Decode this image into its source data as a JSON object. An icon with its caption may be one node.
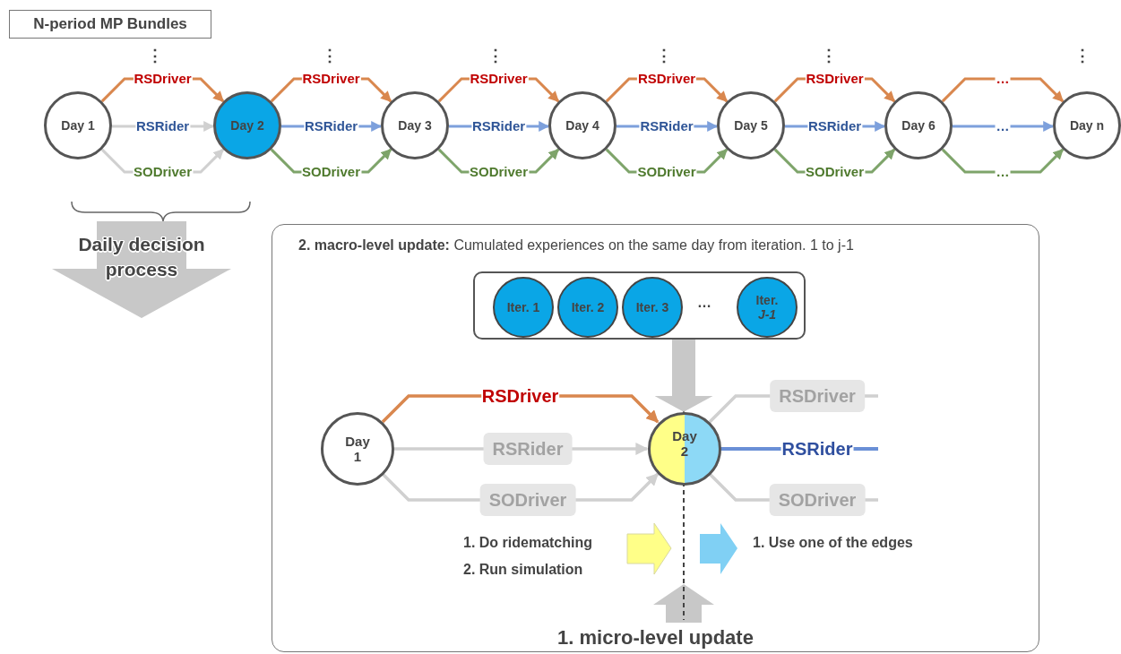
{
  "diagram": {
    "title": "N-period MP Bundles",
    "nodes": [
      {
        "text": [
          "Day 1"
        ]
      },
      {
        "text": [
          "Day 2"
        ]
      },
      {
        "text": [
          "Day 3"
        ]
      },
      {
        "text": [
          "Day 4"
        ]
      },
      {
        "text": [
          "Day 5"
        ]
      },
      {
        "text": [
          "Day 6"
        ]
      },
      {
        "text": [
          "Day n"
        ]
      },
      {
        "text": [
          "Daily decision process"
        ]
      },
      {
        "text": [
          "**2. macro-level update:** Cumulated experiences on the same day from iteration. 1 to j-1",
          "1. micro-level update"
        ]
      },
      {
        "text": [],
        "shape": "box",
        "in": 8
      },
      {
        "text": [
          "Iter. 1"
        ],
        "in": 9
      },
      {
        "text": [
          "Iter. 2"
        ],
        "in": 9
      },
      {
        "text": [
          "Iter. 3"
        ],
        "in": 9
      },
      {
        "text": [
          "Iter. *J-1*"
        ],
        "in": 9
      },
      {
        "text": [
          "Day 1"
        ],
        "in": 8
      },
      {
        "text": [
          "Day 2"
        ],
        "in": 8
      }
    ],
    "edges": [
      {
        "from": 0,
        "to": 1,
        "arrow": "to",
        "label": "RSDriver",
        "color": "#d9874e"
      },
      {
        "from": 0,
        "to": 1,
        "arrow": "to",
        "label": "RSRider",
        "color": "#d0d0d0"
      },
      {
        "from": 0,
        "to": 1,
        "arrow": "to",
        "label": "SODriver",
        "color": "#d0d0d0"
      },
      {
        "from": 1,
        "to": 2,
        "arrow": "to",
        "label": "RSDriver",
        "color": "#d9874e"
      },
      {
        "from": 1,
        "to": 2,
        "arrow": "to",
        "label": "RSRider",
        "color": "#7da0dc"
      },
      {
        "from": 1,
        "to": 2,
        "arrow": "to",
        "label": "SODriver",
        "color": "#7ea46a"
      },
      {
        "from": 2,
        "to": 3,
        "arrow": "to",
        "label": "RSDriver",
        "color": "#d9874e"
      },
      {
        "from": 2,
        "to": 3,
        "arrow": "to",
        "label": "RSRider",
        "color": "#7da0dc"
      },
      {
        "from": 2,
        "to": 3,
        "arrow": "to",
        "label": "SODriver",
        "color": "#7ea46a"
      },
      {
        "from": 3,
        "to": 4,
        "arrow": "to",
        "label": "RSDriver",
        "color": "#d9874e"
      },
      {
        "from": 3,
        "to": 4,
        "arrow": "to",
        "label": "RSRider",
        "color": "#7da0dc"
      },
      {
        "from": 3,
        "to": 4,
        "arrow": "to",
        "label": "SODriver",
        "color": "#7ea46a"
      },
      {
        "from": 4,
        "to": 5,
        "arrow": "to",
        "label": "RSDriver",
        "color": "#d9874e"
      },
      {
        "from": 4,
        "to": 5,
        "arrow": "to",
        "label": "RSRider",
        "color": "#7da0dc"
      },
      {
        "from": 4,
        "to": 5,
        "arrow": "to",
        "label": "SODriver",
        "color": "#7ea46a"
      },
      {
        "from": 5,
        "to": 6,
        "arrow": "to",
        "label": "…",
        "color": "#d9874e"
      },
      {
        "from": 5,
        "to": 6,
        "arrow": "to",
        "label": "…",
        "color": "#7da0dc"
      },
      {
        "from": 5,
        "to": 6,
        "arrow": "to",
        "label": "…",
        "color": "#7ea46a"
      },
      {
        "from": 14,
        "to": 15,
        "arrow": "to",
        "label": "RSDriver",
        "color": "#d9874e"
      },
      {
        "from": 14,
        "to": 15,
        "arrow": "to",
        "label": "RSRider",
        "color": "#d0d0d0"
      },
      {
        "from": 14,
        "to": 15,
        "arrow": "to",
        "label": "SODriver",
        "color": "#d0d0d0"
      },
      {
        "from": 15,
        "to": null,
        "arrow": "none",
        "label": "RSDriver",
        "color": "#d0d0d0"
      },
      {
        "from": 15,
        "to": null,
        "arrow": "none",
        "label": "RSRider",
        "color": "#6a8fd6"
      },
      {
        "from": 15,
        "to": null,
        "arrow": "none",
        "label": "SODriver",
        "color": "#d0d0d0"
      },
      {
        "from": 9,
        "to": 15,
        "arrow": "to",
        "style": "thick",
        "color": "#c8c8c8"
      }
    ],
    "labels": [
      "⋮",
      "⋮",
      "⋮",
      "⋮",
      "⋮",
      "⋮",
      "…",
      "1. Do ridematching",
      "2. Run simulation",
      "1. Use one of the edges"
    ]
  }
}
